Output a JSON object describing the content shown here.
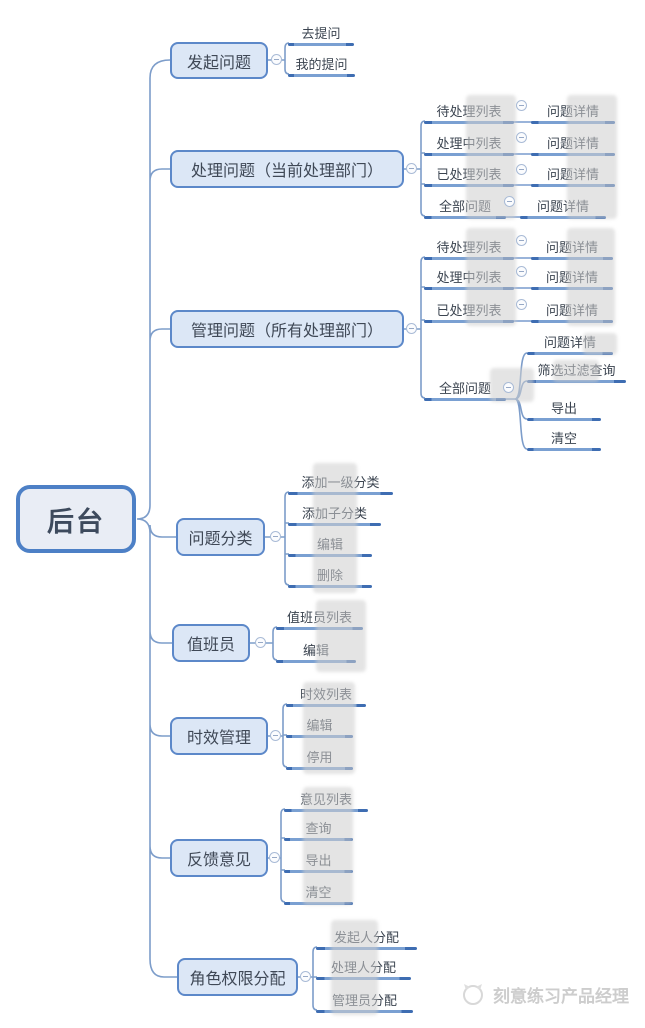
{
  "root": {
    "label": "后台"
  },
  "branches": [
    {
      "label": "发起问题",
      "children": [
        {
          "label": "去提问"
        },
        {
          "label": "我的提问"
        }
      ]
    },
    {
      "label": "处理问题（当前处理部门）",
      "children": [
        {
          "label": "待处理列表",
          "children": [
            {
              "label": "问题详情"
            }
          ]
        },
        {
          "label": "处理中列表",
          "children": [
            {
              "label": "问题详情"
            }
          ]
        },
        {
          "label": "已处理列表",
          "children": [
            {
              "label": "问题详情"
            }
          ]
        },
        {
          "label": "全部问题",
          "children": [
            {
              "label": "问题详情"
            }
          ]
        }
      ]
    },
    {
      "label": "管理问题（所有处理部门）",
      "children": [
        {
          "label": "待处理列表",
          "children": [
            {
              "label": "问题详情"
            }
          ]
        },
        {
          "label": "处理中列表",
          "children": [
            {
              "label": "问题详情"
            }
          ]
        },
        {
          "label": "已处理列表",
          "children": [
            {
              "label": "问题详情"
            }
          ]
        },
        {
          "label": "全部问题",
          "children": [
            {
              "label": "问题详情"
            },
            {
              "label": "筛选过滤查询"
            },
            {
              "label": "导出"
            },
            {
              "label": "清空"
            }
          ]
        }
      ]
    },
    {
      "label": "问题分类",
      "children": [
        {
          "label": "添加一级分类"
        },
        {
          "label": "添加子分类"
        },
        {
          "label": "编辑"
        },
        {
          "label": "删除"
        }
      ]
    },
    {
      "label": "值班员",
      "children": [
        {
          "label": "值班员列表"
        },
        {
          "label": "编辑"
        }
      ]
    },
    {
      "label": "时效管理",
      "children": [
        {
          "label": "时效列表"
        },
        {
          "label": "编辑"
        },
        {
          "label": "停用"
        }
      ]
    },
    {
      "label": "反馈意见",
      "children": [
        {
          "label": "意见列表"
        },
        {
          "label": "查询"
        },
        {
          "label": "导出"
        },
        {
          "label": "清空"
        }
      ]
    },
    {
      "label": "角色权限分配",
      "children": [
        {
          "label": "发起人分配"
        },
        {
          "label": "处理人分配"
        },
        {
          "label": "管理员分配"
        }
      ]
    }
  ],
  "watermark": {
    "label": "刻意练习产品经理"
  },
  "colors": {
    "branch_border": "#5c88c9",
    "branch_fill": "#dce7f6",
    "root_border": "#4d80c6",
    "root_fill": "#e9edf5",
    "connector": "#7d9dca",
    "sub_connector": "#9ab4da",
    "underline_mid": "#7aa0d2",
    "underline_end": "#3e6db2",
    "text": "#3b4450",
    "watermark_gray": "#cdcdcd"
  }
}
